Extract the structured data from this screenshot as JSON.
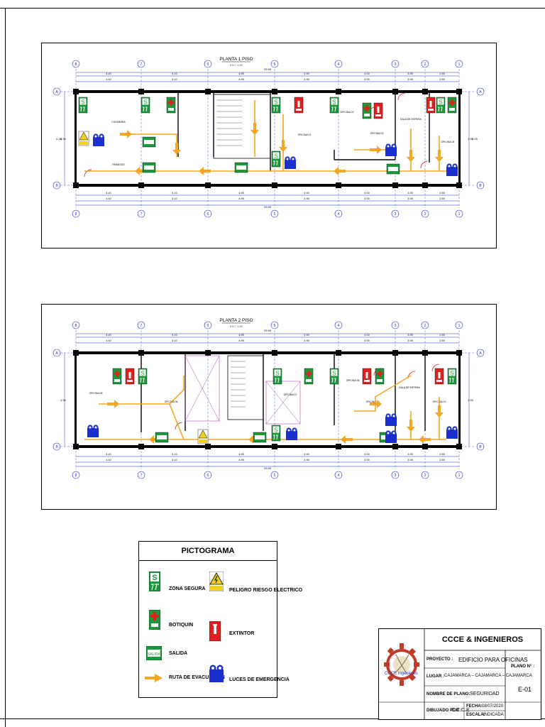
{
  "plans": [
    {
      "title": "PLANTA 1 PISO",
      "scale": "ESC. 1/50",
      "overall_dim": "29.90",
      "grid_labels": [
        "8",
        "7",
        "6",
        "5",
        "4",
        "3",
        "2",
        "1"
      ],
      "row_labels": [
        "A",
        "B"
      ],
      "top_dims": [
        "4.40",
        "5.10",
        "4.95",
        "4.90",
        "4.00",
        "3.05",
        "2.65"
      ],
      "bottom_dims": [
        "4.40",
        "5.10",
        "4.95",
        "4.90",
        "4.00",
        "3.05",
        "2.65"
      ],
      "side_dims": [
        "4.95",
        "0.25"
      ],
      "rooms": [
        "COCINERIA",
        "PASADIZO",
        "OFICINA 01",
        "OFICINA 02",
        "OFICINA 03",
        "SALA DE ESPERA",
        "OFICINA 04"
      ]
    },
    {
      "title": "PLANTA 2 PISO",
      "scale": "ESC. 1/50",
      "overall_dim": "29.90",
      "grid_labels": [
        "8",
        "7",
        "6",
        "5",
        "4",
        "3",
        "2",
        "1"
      ],
      "row_labels": [
        "A",
        "B"
      ],
      "top_dims": [
        "4.40",
        "5.10",
        "4.95",
        "4.90",
        "4.00",
        "3.05",
        "2.65"
      ],
      "bottom_dims": [
        "4.40",
        "5.10",
        "4.95",
        "4.90",
        "4.00",
        "3.05",
        "2.65"
      ],
      "side_dims": [
        "4.95"
      ],
      "rooms": [
        "OFICINA 05",
        "OFICINA 06",
        "OFICINA 07",
        "OFICINA 08",
        "OFICINA 09",
        "SALA DE ESPERA",
        "OFICINA 10"
      ]
    }
  ],
  "legend": {
    "title": "PICTOGRAMA",
    "items": [
      {
        "label": "ZONA SEGURA",
        "icon": "safe-zone-icon"
      },
      {
        "label": "PELIGRO RIESGO ELECTRICO",
        "icon": "electric-hazard-icon"
      },
      {
        "label": "BOTIQUIN",
        "icon": "first-aid-icon"
      },
      {
        "label": "EXTINTOR",
        "icon": "extinguisher-icon"
      },
      {
        "label": "SALIDA",
        "icon": "exit-icon"
      },
      {
        "label": "RUTA DE EVACUACION",
        "icon": "evacuation-arrow-icon"
      },
      {
        "label": "LUCES DE EMERGENCIA",
        "icon": "emergency-light-icon"
      }
    ]
  },
  "title_block": {
    "company": "CCCE & INGENIEROS",
    "logo_text": "CCCE Ingenieros",
    "project_label": "PROYECTO :",
    "project_value": "EDIFICIO PARA OFICINAS",
    "place_label": "LUGAR :",
    "place_value": "CAJAMARCA – CAJAMARCA – CAJAMARCA",
    "plan_name_label": "NOMBRE DE PLANO:",
    "plan_name_value": "SEGURIDAD",
    "drawn_label": "DIBUJADO POR :",
    "drawn_value": "C.C.C.E",
    "date_label": "FECHA:",
    "date_value": "08/07/2020",
    "scale_label": "ESCALA:",
    "scale_value": "INDICADA",
    "sheet_label": "PLANO N° :",
    "sheet_value": "E-01"
  },
  "colors": {
    "route": "#f5a623",
    "safe": "#1a9a3a",
    "fire": "#e0201f",
    "light": "#1b2fcf",
    "wall": "#000000",
    "dim": "#1b2fcf"
  }
}
